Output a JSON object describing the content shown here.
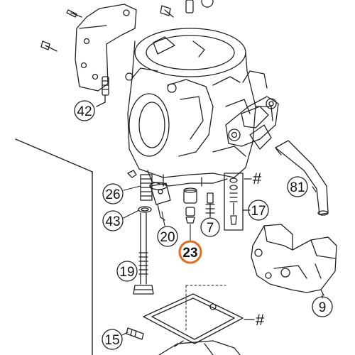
{
  "diagram": {
    "callouts": {
      "c42": "42",
      "c81": "81",
      "c26": "26",
      "c43": "43",
      "c17": "17",
      "c7": "7",
      "c20": "20",
      "c23": "23",
      "c19": "19",
      "c9": "9",
      "c15": "15"
    },
    "markers": {
      "hash_top": "#",
      "hash_bottom": "#"
    },
    "highlight": {
      "callout": "23",
      "color": "#e8691c"
    }
  }
}
